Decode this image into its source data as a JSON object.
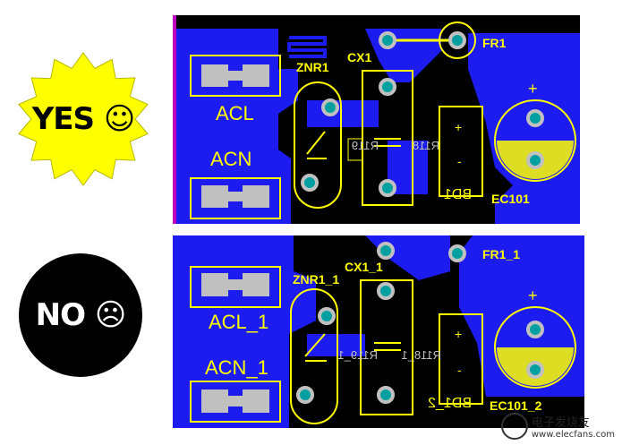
{
  "badges": {
    "yes": {
      "label": "YES ☺",
      "color": "#ffff00"
    },
    "no": {
      "label": "NO ☹",
      "color": "#000000"
    }
  },
  "board_top": {
    "labels": {
      "connector_1": "ACL",
      "connector_2": "ACN",
      "varistor": "ZNR1",
      "capacitor": "CX1",
      "fuse": "FR1",
      "rectifier": "BD1",
      "electrolytic": "EC101",
      "resistor_1": "R119",
      "resistor_2": "R118",
      "plus": "+",
      "minus": "-"
    }
  },
  "board_bottom": {
    "labels": {
      "connector_1": "ACL_1",
      "connector_2": "ACN_1",
      "varistor": "ZNR1_1",
      "capacitor": "CX1_1",
      "fuse": "FR1_1",
      "rectifier": "BD1_2",
      "electrolytic": "EC101_2",
      "resistor_1": "R119_1",
      "resistor_2": "R118_1",
      "plus": "+",
      "minus": "-"
    }
  },
  "watermark": {
    "text": "电子发烧友",
    "sub": "www.elecfans.com"
  },
  "colors": {
    "board_bg": "#000000",
    "copper": "#1c1cf0",
    "silk": "#ffff00",
    "pad": "#c0c0c0",
    "via": "#00a0a0",
    "edge": "#c000c0"
  }
}
